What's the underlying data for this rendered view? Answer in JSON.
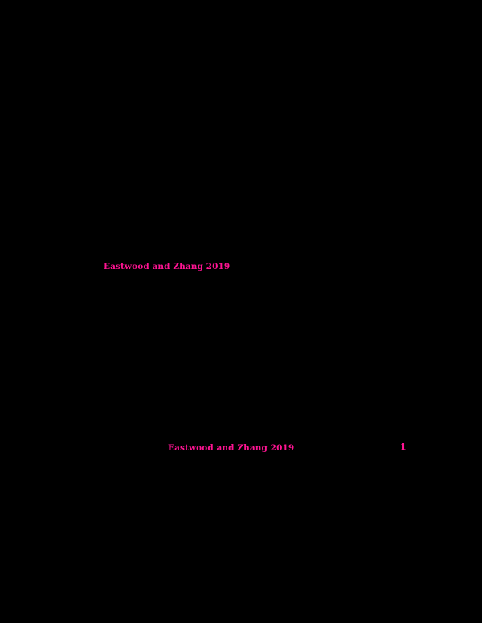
{
  "page": {
    "background": "#000000",
    "link_color": "#ff1493"
  },
  "citations": [
    {
      "text": "Eastwood and Zhang 2019"
    },
    {
      "text": "Eastwood and Zhang 2019"
    }
  ],
  "footnote_marker": "1"
}
